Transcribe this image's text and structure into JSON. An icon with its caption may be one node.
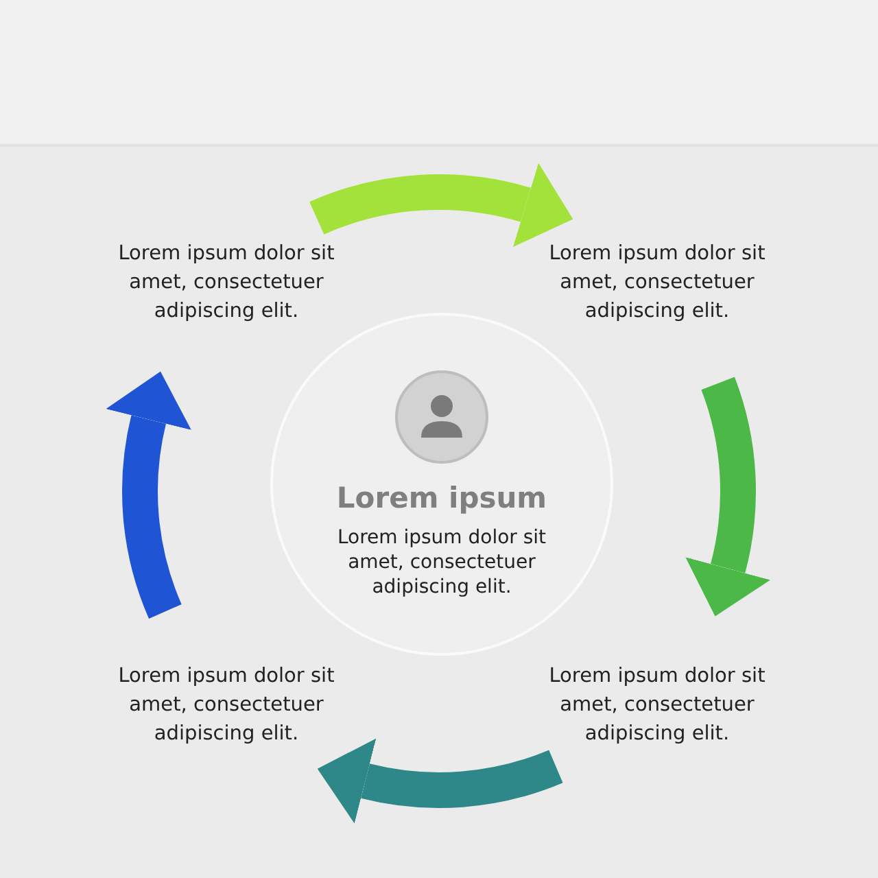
{
  "diagram": {
    "nodes": [
      {
        "text": [
          "Lorem ipsum dolor sit amet, consectetuer adipiscing elit."
        ]
      },
      {
        "text": [
          "Lorem ipsum dolor sit amet, consectetuer adipiscing elit."
        ]
      },
      {
        "text": [
          "Lorem ipsum",
          "Lorem ipsum dolor sit amet, consectetuer adipiscing elit."
        ]
      },
      {
        "text": [
          "Lorem ipsum dolor sit amet, consectetuer adipiscing elit."
        ]
      },
      {
        "text": [
          "Lorem ipsum dolor sit amet, consectetuer adipiscing elit."
        ]
      }
    ],
    "edges": [
      {
        "from": 0,
        "to": 1,
        "arrow": "to",
        "color": "#a3e23a"
      },
      {
        "from": 1,
        "to": 4,
        "arrow": "to",
        "color": "#4cb848"
      },
      {
        "from": 4,
        "to": 3,
        "arrow": "to",
        "color": "#2e8788"
      },
      {
        "from": 3,
        "to": 0,
        "arrow": "to",
        "color": "#1f55d4"
      }
    ]
  }
}
